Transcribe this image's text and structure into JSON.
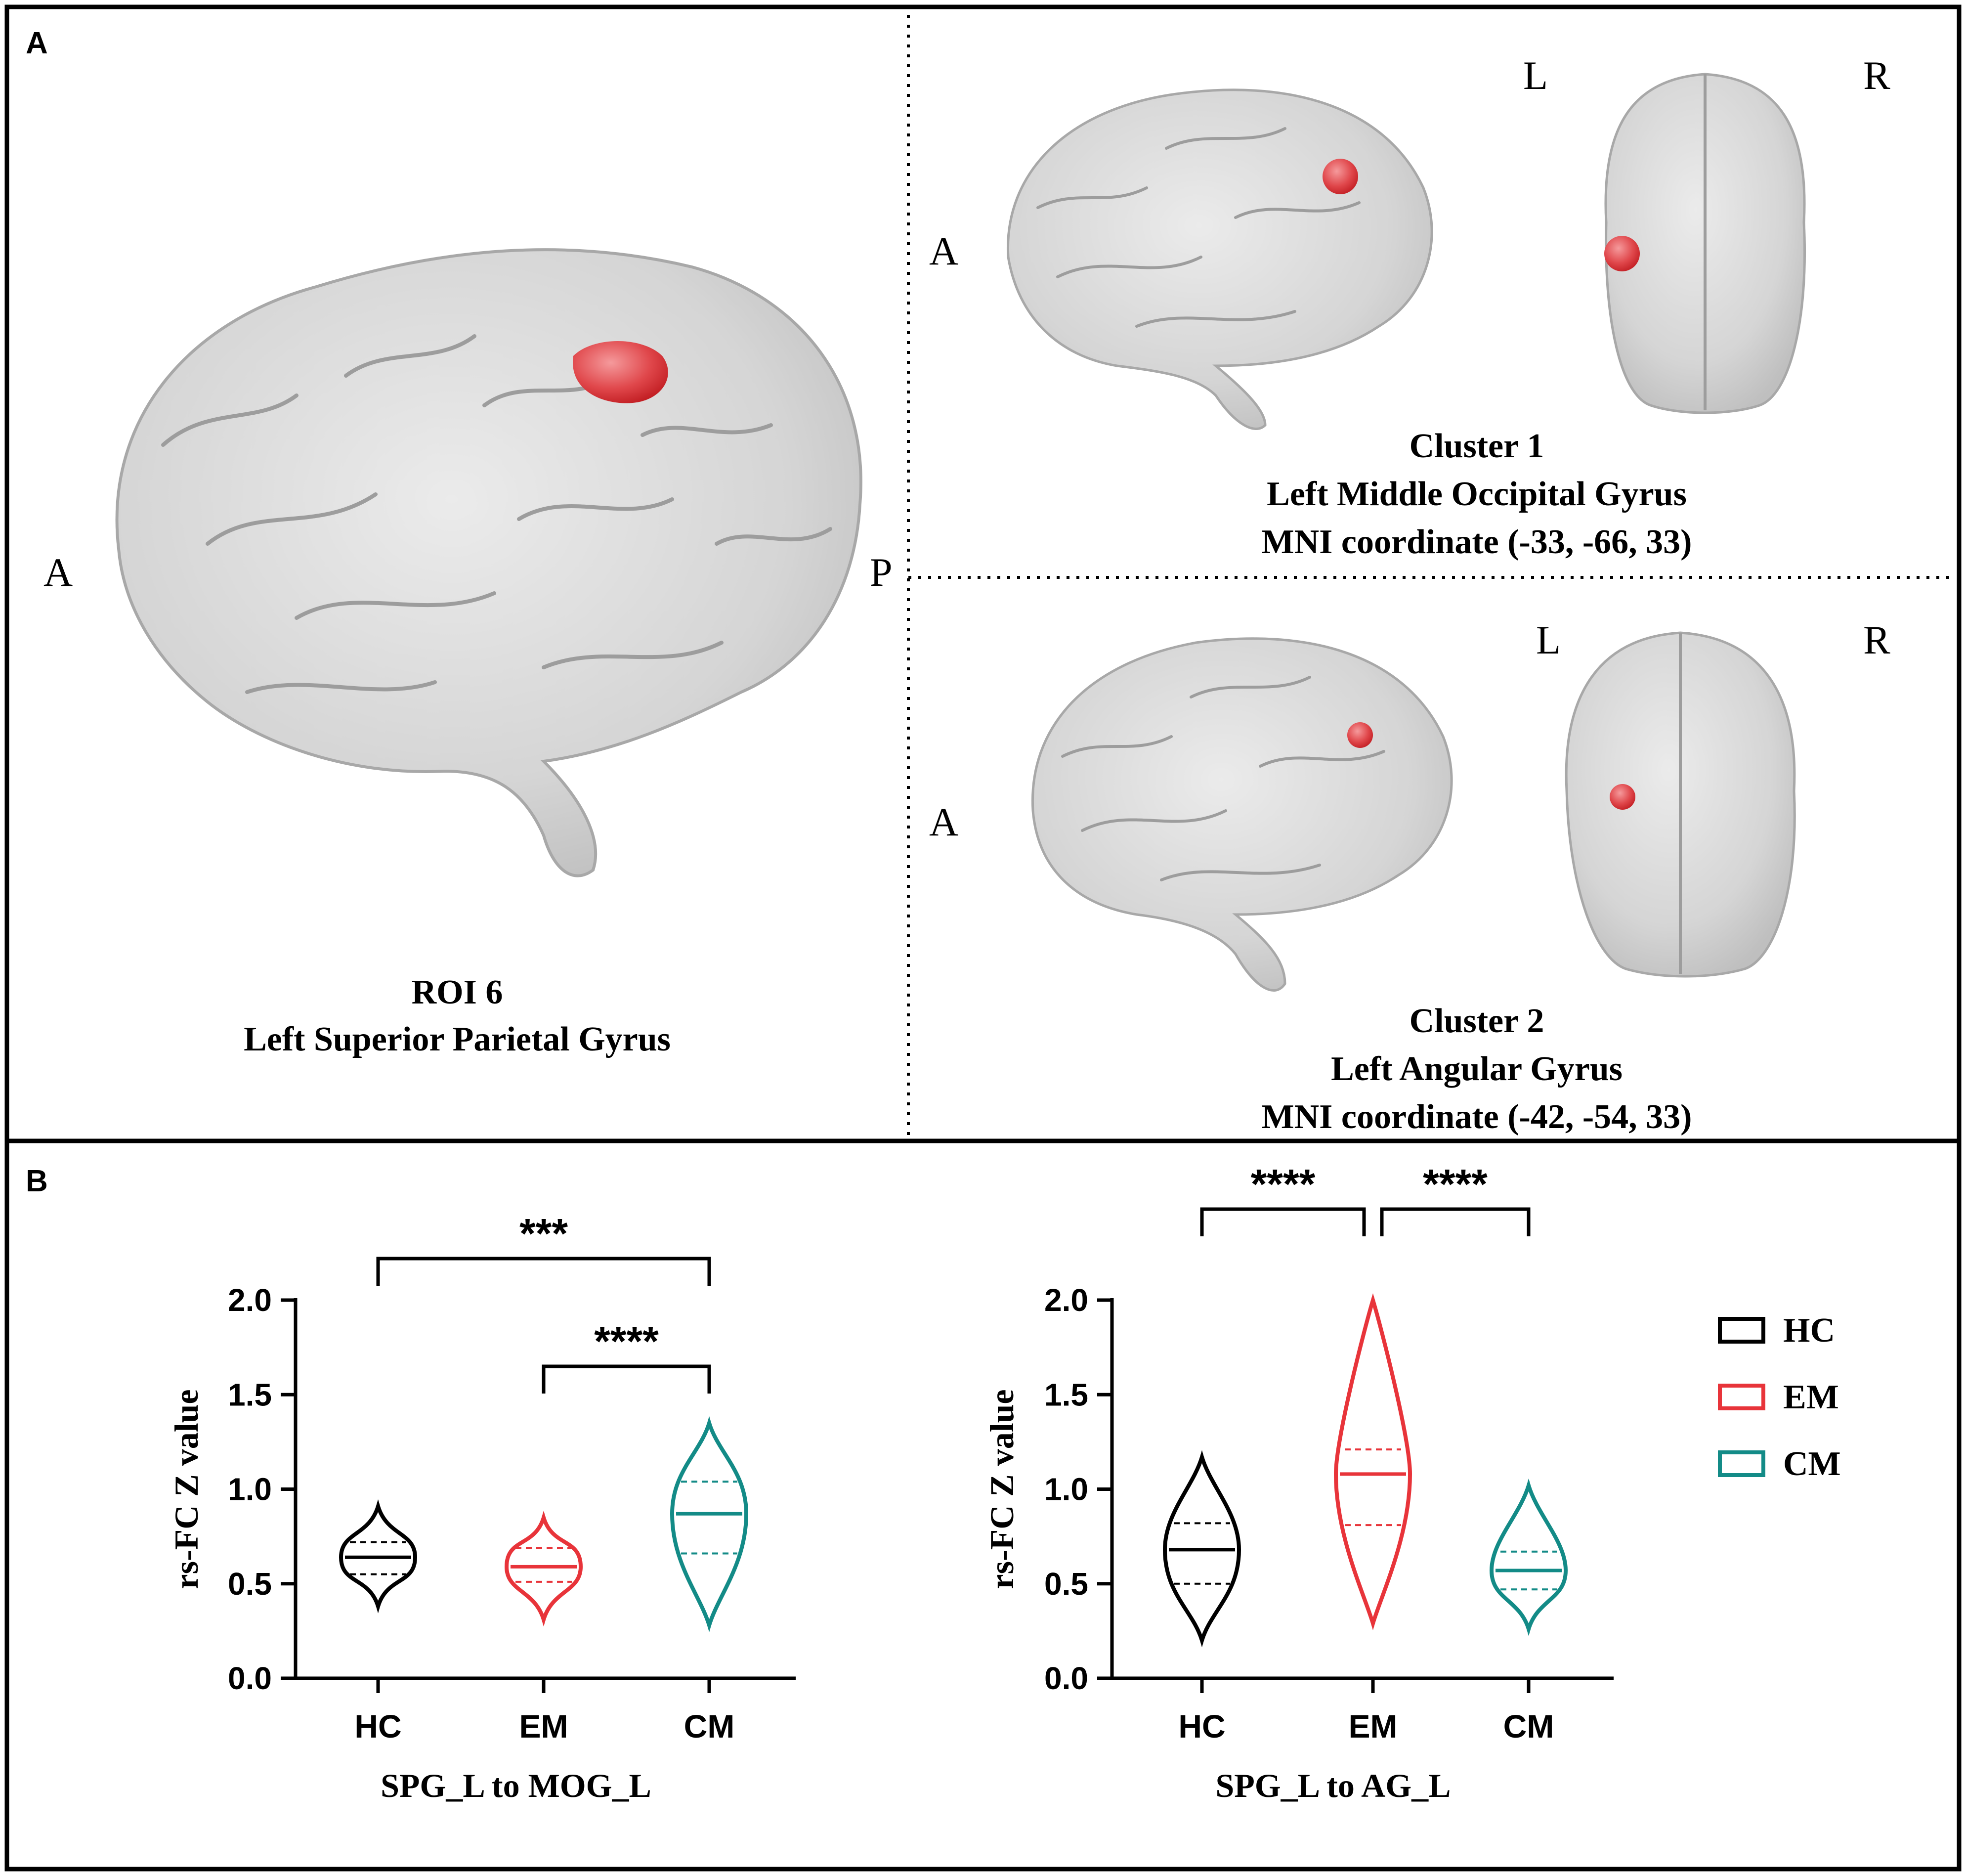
{
  "panel_a": {
    "label": "A",
    "roi": {
      "label_anterior": "A",
      "label_posterior": "P",
      "caption_line1": "ROI 6",
      "caption_line2": "Left Superior Parietal Gyrus"
    },
    "cluster1": {
      "label_anterior": "A",
      "label_left": "L",
      "label_right": "R",
      "caption_line1": "Cluster 1",
      "caption_line2": "Left Middle Occipital Gyrus",
      "caption_line3": "MNI coordinate (-33, -66, 33)"
    },
    "cluster2": {
      "label_anterior": "A",
      "label_left": "L",
      "label_right": "R",
      "caption_line1": "Cluster 2",
      "caption_line2": "Left Angular Gyrus",
      "caption_line3": "MNI coordinate (-42, -54, 33)"
    }
  },
  "panel_b": {
    "label": "B",
    "legend": [
      {
        "label": "HC",
        "color": "#000000"
      },
      {
        "label": "EM",
        "color": "#e8343a"
      },
      {
        "label": "CM",
        "color": "#138b87"
      }
    ]
  },
  "colors": {
    "HC": "#000000",
    "EM": "#e8343a",
    "CM": "#138b87",
    "brain_fill": "#d7d7d7",
    "brain_stroke": "#9a9a9a",
    "roi_red": "#e0474b"
  },
  "chart_data": [
    {
      "type": "violin",
      "xlabel": "SPG_L to MOG_L",
      "ylabel": "rs-FC Z value",
      "categories": [
        "HC",
        "EM",
        "CM"
      ],
      "ylim": [
        0.0,
        2.0
      ],
      "yticks": [
        "0.0",
        "0.5",
        "1.0",
        "1.5",
        "2.0"
      ],
      "series": [
        {
          "name": "HC",
          "min": 0.38,
          "max": 0.91,
          "q1": 0.55,
          "median": 0.64,
          "q3": 0.72
        },
        {
          "name": "EM",
          "min": 0.31,
          "max": 0.85,
          "q1": 0.51,
          "median": 0.59,
          "q3": 0.69
        },
        {
          "name": "CM",
          "min": 0.28,
          "max": 1.35,
          "q1": 0.66,
          "median": 0.87,
          "q3": 1.04
        }
      ],
      "significance": [
        {
          "from": "HC",
          "to": "CM",
          "label": "***"
        },
        {
          "from": "EM",
          "to": "CM",
          "label": "****"
        }
      ]
    },
    {
      "type": "violin",
      "xlabel": "SPG_L to AG_L",
      "ylabel": "rs-FC Z value",
      "categories": [
        "HC",
        "EM",
        "CM"
      ],
      "ylim": [
        0.0,
        2.0
      ],
      "yticks": [
        "0.0",
        "0.5",
        "1.0",
        "1.5",
        "2.0"
      ],
      "series": [
        {
          "name": "HC",
          "min": 0.2,
          "max": 1.17,
          "q1": 0.5,
          "median": 0.68,
          "q3": 0.82
        },
        {
          "name": "EM",
          "min": 0.29,
          "max": 2.0,
          "q1": 0.81,
          "median": 1.08,
          "q3": 1.21
        },
        {
          "name": "CM",
          "min": 0.26,
          "max": 1.02,
          "q1": 0.47,
          "median": 0.57,
          "q3": 0.67
        }
      ],
      "significance": [
        {
          "from": "HC",
          "to": "EM",
          "label": "****"
        },
        {
          "from": "EM",
          "to": "CM",
          "label": "****"
        }
      ]
    }
  ]
}
